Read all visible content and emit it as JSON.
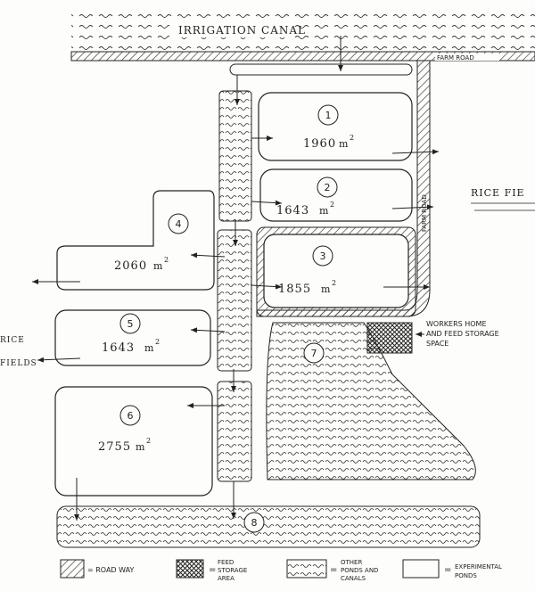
{
  "canal": {
    "label": "IRRIGATION CANAL"
  },
  "roads": {
    "farm_road_top": "FARM ROAD",
    "farm_road_side": "FARM ROAD"
  },
  "rice": {
    "right": "RICE FIE",
    "left_top": "RICE",
    "left_bottom": "FIELDS"
  },
  "ponds": [
    {
      "num": "1",
      "area": "1960",
      "unit": "m",
      "sup": "2"
    },
    {
      "num": "2",
      "area": "1643",
      "unit": "m",
      "sup": "2"
    },
    {
      "num": "3",
      "area": "1855",
      "unit": "m",
      "sup": "2"
    },
    {
      "num": "4",
      "area": "2060",
      "unit": "m",
      "sup": "2"
    },
    {
      "num": "5",
      "area": "1643",
      "unit": "m",
      "sup": "2"
    },
    {
      "num": "6",
      "area": "2755",
      "unit": "m",
      "sup": "2"
    },
    {
      "num": "7",
      "area": "",
      "unit": "",
      "sup": ""
    },
    {
      "num": "8",
      "area": "",
      "unit": "",
      "sup": ""
    }
  ],
  "workers": {
    "line1": "WORKERS HOME",
    "line2": "AND FEED STORAGE",
    "line3": "SPACE"
  },
  "legend": {
    "road": "= ROAD WAY",
    "feed_1": "FEED",
    "feed_2": "STORAGE",
    "feed_3": "AREA",
    "other_1": "OTHER",
    "other_2": "PONDS AND",
    "other_3": "CANALS",
    "exp_1": "EXPERIMENTAL",
    "exp_2": "PONDS"
  }
}
